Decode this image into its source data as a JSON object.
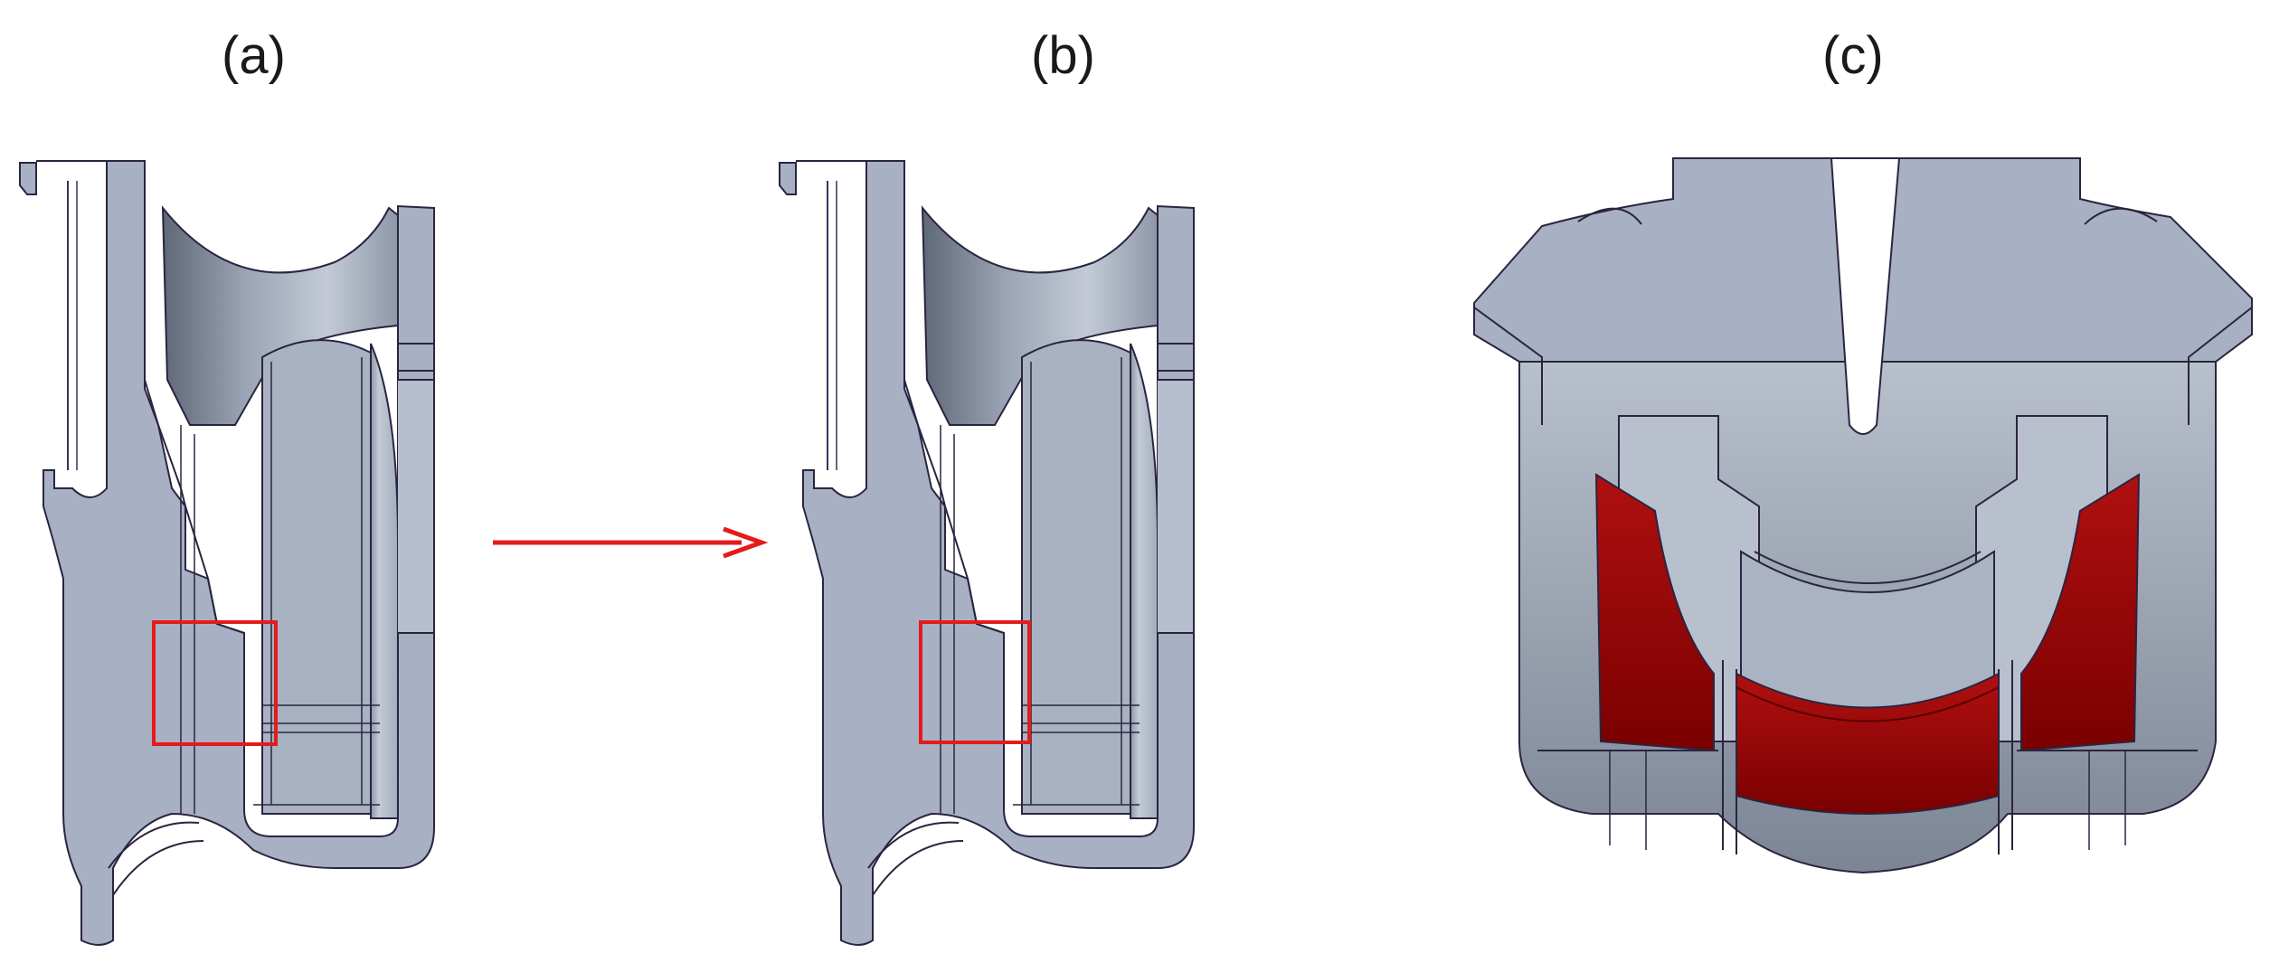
{
  "panels": [
    {
      "label": "(a)"
    },
    {
      "label": "(b)"
    },
    {
      "label": "(c)"
    }
  ],
  "colors": {
    "part_fill": "#a7b1c3",
    "part_dark": "#6e7785",
    "part_light": "#c9d0db",
    "edge": "#2b2440",
    "highlight_box": "#e31b1b",
    "arrow": "#e31b1b",
    "insert_red": "#8e0000"
  }
}
